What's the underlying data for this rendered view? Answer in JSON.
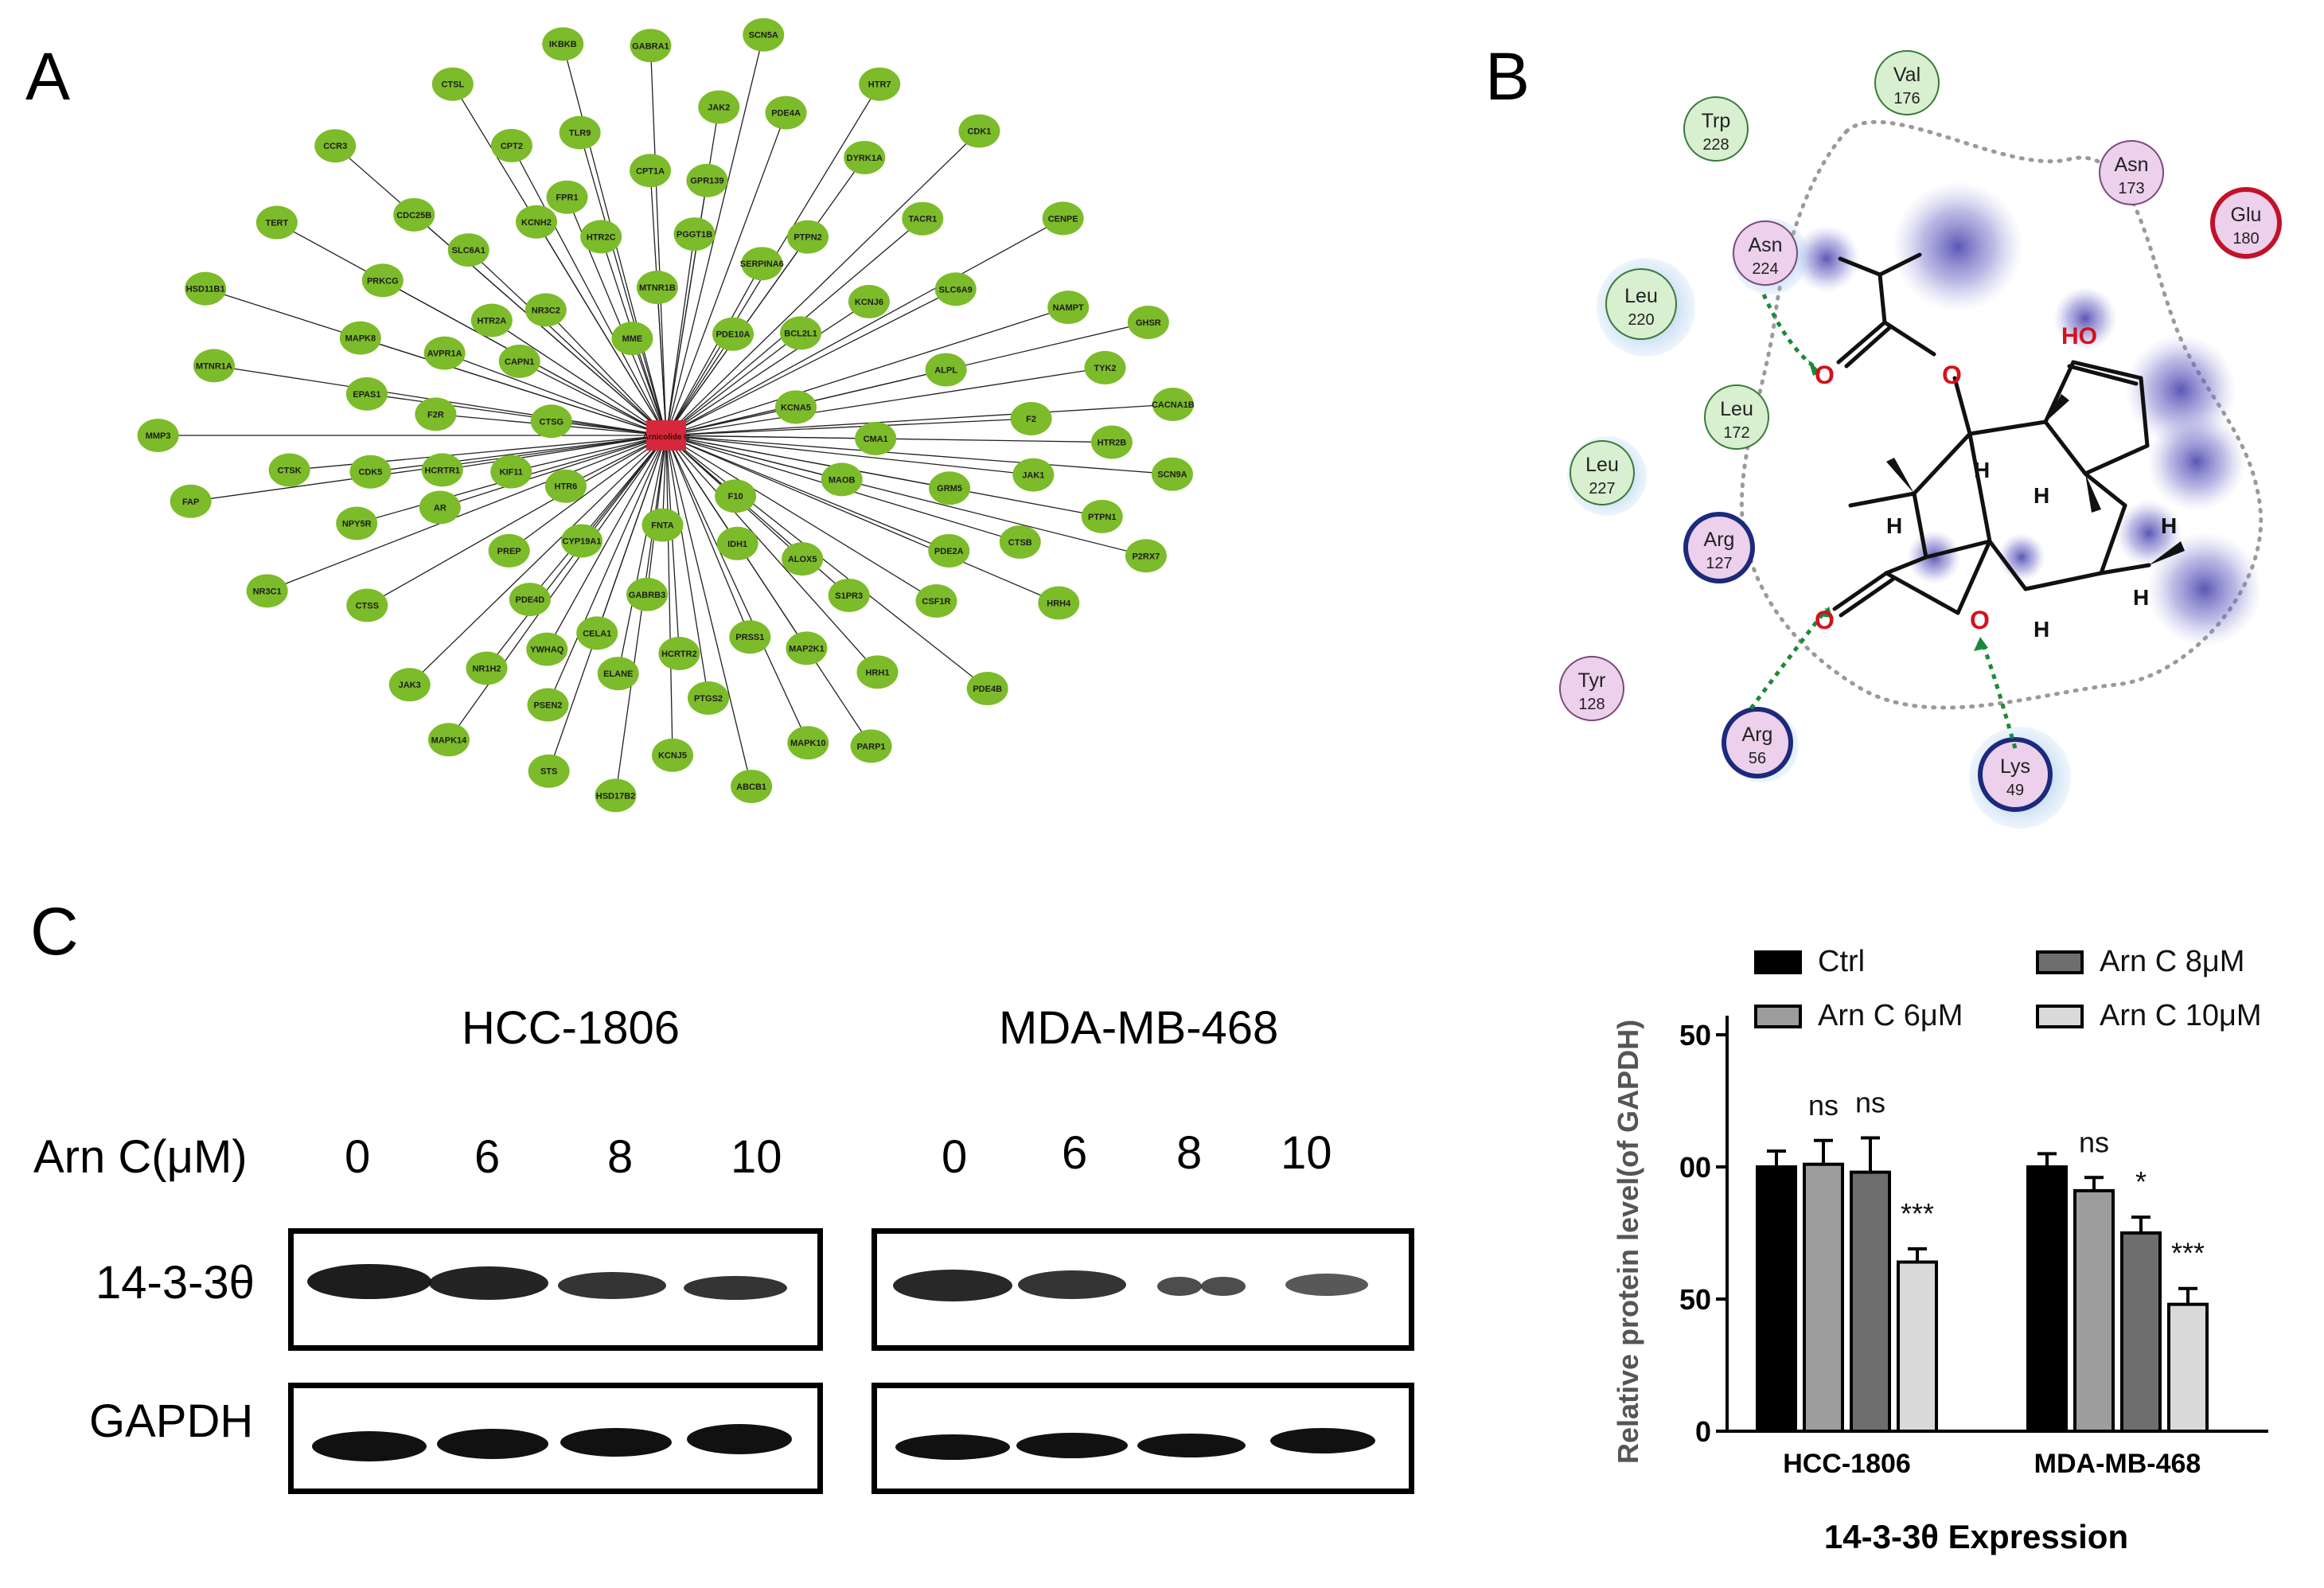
{
  "panels": {
    "a": "A",
    "b": "B",
    "c": "C"
  },
  "network": {
    "hub_label": "Arnicolide C",
    "hub_color": "#d6283a",
    "node_color": "#7cbb2a",
    "nodes": [
      {
        "label": "GABRA1",
        "angle": -92,
        "r": 1.0
      },
      {
        "label": "SCN5A",
        "angle": -78,
        "r": 1.05
      },
      {
        "label": "HTR7",
        "angle": -62,
        "r": 1.02
      },
      {
        "label": "CDK1",
        "angle": -48,
        "r": 1.05
      },
      {
        "label": "CENPE",
        "angle": -32,
        "r": 1.05
      },
      {
        "label": "NAMPT",
        "angle": -20,
        "r": 0.96
      },
      {
        "label": "GHSR",
        "angle": -15,
        "r": 1.12
      },
      {
        "label": "TYK2",
        "angle": -10,
        "r": 1.0
      },
      {
        "label": "CACNA1B",
        "angle": -4,
        "r": 1.14
      },
      {
        "label": "F2",
        "angle": -3,
        "r": 0.82
      },
      {
        "label": "HTR2B",
        "angle": 1,
        "r": 1.0
      },
      {
        "label": "SCN9A",
        "angle": 5,
        "r": 1.14
      },
      {
        "label": "JAK1",
        "angle": 7,
        "r": 0.83
      },
      {
        "label": "PTPN1",
        "angle": 12,
        "r": 1.0
      },
      {
        "label": "P2RX7",
        "angle": 16,
        "r": 1.12
      },
      {
        "label": "CTSB",
        "angle": 19,
        "r": 0.84
      },
      {
        "label": "HRH4",
        "angle": 26,
        "r": 0.98
      },
      {
        "label": "CSF1R",
        "angle": 35,
        "r": 0.74
      },
      {
        "label": "PDE4B",
        "angle": 42,
        "r": 0.97
      },
      {
        "label": "HRH1",
        "angle": 52,
        "r": 0.77
      },
      {
        "label": "PARP1",
        "angle": 60,
        "r": 0.92
      },
      {
        "label": "MAPK10",
        "angle": 68,
        "r": 0.85
      },
      {
        "label": "ABCB1",
        "angle": 78,
        "r": 0.92
      },
      {
        "label": "KCNJ5",
        "angle": 89,
        "r": 0.82
      },
      {
        "label": "HSD17B2",
        "angle": 97,
        "r": 0.93
      },
      {
        "label": "STS",
        "angle": 107,
        "r": 0.9
      },
      {
        "label": "PSEN2",
        "angle": 111,
        "r": 0.74
      },
      {
        "label": "MAPK14",
        "angle": 122,
        "r": 0.92
      },
      {
        "label": "JAK3",
        "angle": 132,
        "r": 0.86
      },
      {
        "label": "NR1H2",
        "angle": 124,
        "r": 0.72
      },
      {
        "label": "CTSS",
        "angle": 147,
        "r": 0.8
      },
      {
        "label": "NR3C1",
        "angle": 156,
        "r": 0.98
      },
      {
        "label": "FAP",
        "angle": 171,
        "r": 1.08
      },
      {
        "label": "MMP3",
        "angle": 180,
        "r": 1.14
      },
      {
        "label": "MTNR1A",
        "angle": -170,
        "r": 1.03
      },
      {
        "label": "HSD11B1",
        "angle": -160,
        "r": 1.1
      },
      {
        "label": "TERT",
        "angle": -148,
        "r": 1.03
      },
      {
        "label": "CCR3",
        "angle": -135,
        "r": 1.05
      },
      {
        "label": "CTSL",
        "angle": -118,
        "r": 1.02
      },
      {
        "label": "IKBKB",
        "angle": -103,
        "r": 1.03
      },
      {
        "label": "JAK2",
        "angle": -82,
        "r": 0.85
      },
      {
        "label": "PDE4A",
        "angle": -72,
        "r": 0.87
      },
      {
        "label": "DYRK1A",
        "angle": -58,
        "r": 0.84
      },
      {
        "label": "TACR1",
        "angle": -44,
        "r": 0.8
      },
      {
        "label": "SLC6A9",
        "angle": -30,
        "r": 0.75
      },
      {
        "label": "ALPL",
        "angle": -15,
        "r": 0.65
      },
      {
        "label": "CMA1",
        "angle": 1,
        "r": 0.47
      },
      {
        "label": "GRM5",
        "angle": 12,
        "r": 0.65
      },
      {
        "label": "PDE2A",
        "angle": 25,
        "r": 0.7
      },
      {
        "label": "S1PR3",
        "angle": 45,
        "r": 0.58
      },
      {
        "label": "ALOX5",
        "angle": 46,
        "r": 0.44
      },
      {
        "label": "MAP2K1",
        "angle": 60,
        "r": 0.63
      },
      {
        "label": "PRSS1",
        "angle": 70,
        "r": 0.55
      },
      {
        "label": "PTGS2",
        "angle": 82,
        "r": 0.68
      },
      {
        "label": "HCRTR2",
        "angle": 87,
        "r": 0.56
      },
      {
        "label": "ELANE",
        "angle": 100,
        "r": 0.62
      },
      {
        "label": "CELA1",
        "angle": 107,
        "r": 0.53
      },
      {
        "label": "YWHAQ",
        "angle": 116,
        "r": 0.61
      },
      {
        "label": "PDE4D",
        "angle": 126,
        "r": 0.52
      },
      {
        "label": "AR",
        "angle": 160,
        "r": 0.54
      },
      {
        "label": "NPY5R",
        "angle": 162,
        "r": 0.73
      },
      {
        "label": "CTSK",
        "angle": 174,
        "r": 0.85
      },
      {
        "label": "CDK5",
        "angle": 172,
        "r": 0.67
      },
      {
        "label": "EPAS1",
        "angle": -171,
        "r": 0.68
      },
      {
        "label": "MAPK8",
        "angle": -160,
        "r": 0.73
      },
      {
        "label": "PRKCG",
        "angle": -148,
        "r": 0.75
      },
      {
        "label": "CDC25B",
        "angle": -135,
        "r": 0.8
      },
      {
        "label": "CPT2",
        "angle": -115,
        "r": 0.82
      },
      {
        "label": "TLR9",
        "angle": -104,
        "r": 0.8
      },
      {
        "label": "FPR1",
        "angle": -110,
        "r": 0.65
      },
      {
        "label": "CPT1A",
        "angle": -93,
        "r": 0.68
      },
      {
        "label": "GPR139",
        "angle": -82,
        "r": 0.66
      },
      {
        "label": "PTPN2",
        "angle": -58,
        "r": 0.6
      },
      {
        "label": "KCNJ6",
        "angle": -37,
        "r": 0.57
      },
      {
        "label": "SLC6A1",
        "angle": -133,
        "r": 0.65
      },
      {
        "label": "KCNH2",
        "angle": -118,
        "r": 0.62
      },
      {
        "label": "HTR2C",
        "angle": -106,
        "r": 0.53
      },
      {
        "label": "PGGT1B",
        "angle": -83,
        "r": 0.52
      },
      {
        "label": "SERPINA6",
        "angle": -64,
        "r": 0.49
      },
      {
        "label": "BCL2L1",
        "angle": -41,
        "r": 0.4
      },
      {
        "label": "KCNA5",
        "angle": -14,
        "r": 0.3
      },
      {
        "label": "PDE10A",
        "angle": -60,
        "r": 0.3
      },
      {
        "label": "MTNR1B",
        "angle": -93,
        "r": 0.38
      },
      {
        "label": "MME",
        "angle": -107,
        "r": 0.26
      },
      {
        "label": "NR3C2",
        "angle": -130,
        "r": 0.42
      },
      {
        "label": "HTR2A",
        "angle": -143,
        "r": 0.49
      },
      {
        "label": "AVPR1A",
        "angle": -157,
        "r": 0.54
      },
      {
        "label": "CAPN1",
        "angle": -150,
        "r": 0.38
      },
      {
        "label": "CTSG",
        "angle": -172,
        "r": 0.26
      },
      {
        "label": "F2R",
        "angle": -174,
        "r": 0.52
      },
      {
        "label": "KIF11",
        "angle": 165,
        "r": 0.36
      },
      {
        "label": "HCRTR1",
        "angle": 170,
        "r": 0.51
      },
      {
        "label": "HTR6",
        "angle": 150,
        "r": 0.26
      },
      {
        "label": "PREP",
        "angle": 140,
        "r": 0.46
      },
      {
        "label": "CYP19A1",
        "angle": 125,
        "r": 0.33
      },
      {
        "label": "GABRB3",
        "angle": 96,
        "r": 0.41
      },
      {
        "label": "FNTA",
        "angle": 92,
        "r": 0.23
      },
      {
        "label": "IDH1",
        "angle": 60,
        "r": 0.32
      },
      {
        "label": "F10",
        "angle": 45,
        "r": 0.22
      },
      {
        "label": "MAOB",
        "angle": 16,
        "r": 0.41
      }
    ]
  },
  "docking": {
    "residues": [
      {
        "name": "Val",
        "num": "176",
        "type": "vdw"
      },
      {
        "name": "Trp",
        "num": "228",
        "type": "vdw"
      },
      {
        "name": "Asn",
        "num": "173",
        "type": "polar"
      },
      {
        "name": "Glu",
        "num": "180",
        "type": "charged-neg"
      },
      {
        "name": "Asn",
        "num": "224",
        "type": "polar"
      },
      {
        "name": "Leu",
        "num": "220",
        "type": "vdw"
      },
      {
        "name": "Leu",
        "num": "172",
        "type": "vdw"
      },
      {
        "name": "Leu",
        "num": "227",
        "type": "vdw"
      },
      {
        "name": "Arg",
        "num": "127",
        "type": "charged-pos"
      },
      {
        "name": "Tyr",
        "num": "128",
        "type": "polar"
      },
      {
        "name": "Arg",
        "num": "56",
        "type": "charged-pos"
      },
      {
        "name": "Lys",
        "num": "49",
        "type": "charged-pos"
      }
    ],
    "atom_labels": {
      "oxygen": "O",
      "hydroxyl": "HO",
      "hydrogen": "H"
    },
    "colors": {
      "vdw_fill": "#d8efd0",
      "polar_fill": "#ecd0ec",
      "pos_ring": "#1c2a7c",
      "neg_ring": "#c0122a",
      "hbond": "#1a8a3a",
      "oxygen": "#d4111e"
    }
  },
  "blot": {
    "cell_lines": [
      "HCC-1806",
      "MDA-MB-468"
    ],
    "dose_label": "Arn C(μM)",
    "doses": [
      "0",
      "6",
      "8",
      "10"
    ],
    "rows": [
      "14-3-3θ",
      "GAPDH"
    ]
  },
  "chart_data": {
    "type": "bar",
    "categories": [
      "HCC-1806",
      "MDA-MB-468"
    ],
    "series": [
      {
        "name": "Ctrl",
        "values": [
          100,
          100
        ],
        "errors": [
          6,
          5
        ],
        "color": "#000000"
      },
      {
        "name": "Arn C 6μM",
        "values": [
          101,
          91
        ],
        "errors": [
          9,
          5
        ],
        "color": "#9d9d9d"
      },
      {
        "name": "Arn C 8μM",
        "values": [
          98,
          75
        ],
        "errors": [
          13,
          6
        ],
        "color": "#6e6e6e"
      },
      {
        "name": "Arn C 10μM",
        "values": [
          64,
          48
        ],
        "errors": [
          5,
          6
        ],
        "color": "#d9d9d9"
      }
    ],
    "significance": [
      [
        "",
        "ns",
        "ns",
        "***"
      ],
      [
        "",
        "ns",
        "*",
        "***"
      ]
    ],
    "title": "",
    "xlabel": "14-3-3θ Expression",
    "ylabel": "Relative protein level(of GAPDH)",
    "ylim": [
      0,
      150
    ],
    "yticks": [
      "0",
      "50",
      "00",
      "50"
    ],
    "yticks_values": [
      0,
      50,
      100,
      150
    ],
    "legend_position": "top"
  }
}
